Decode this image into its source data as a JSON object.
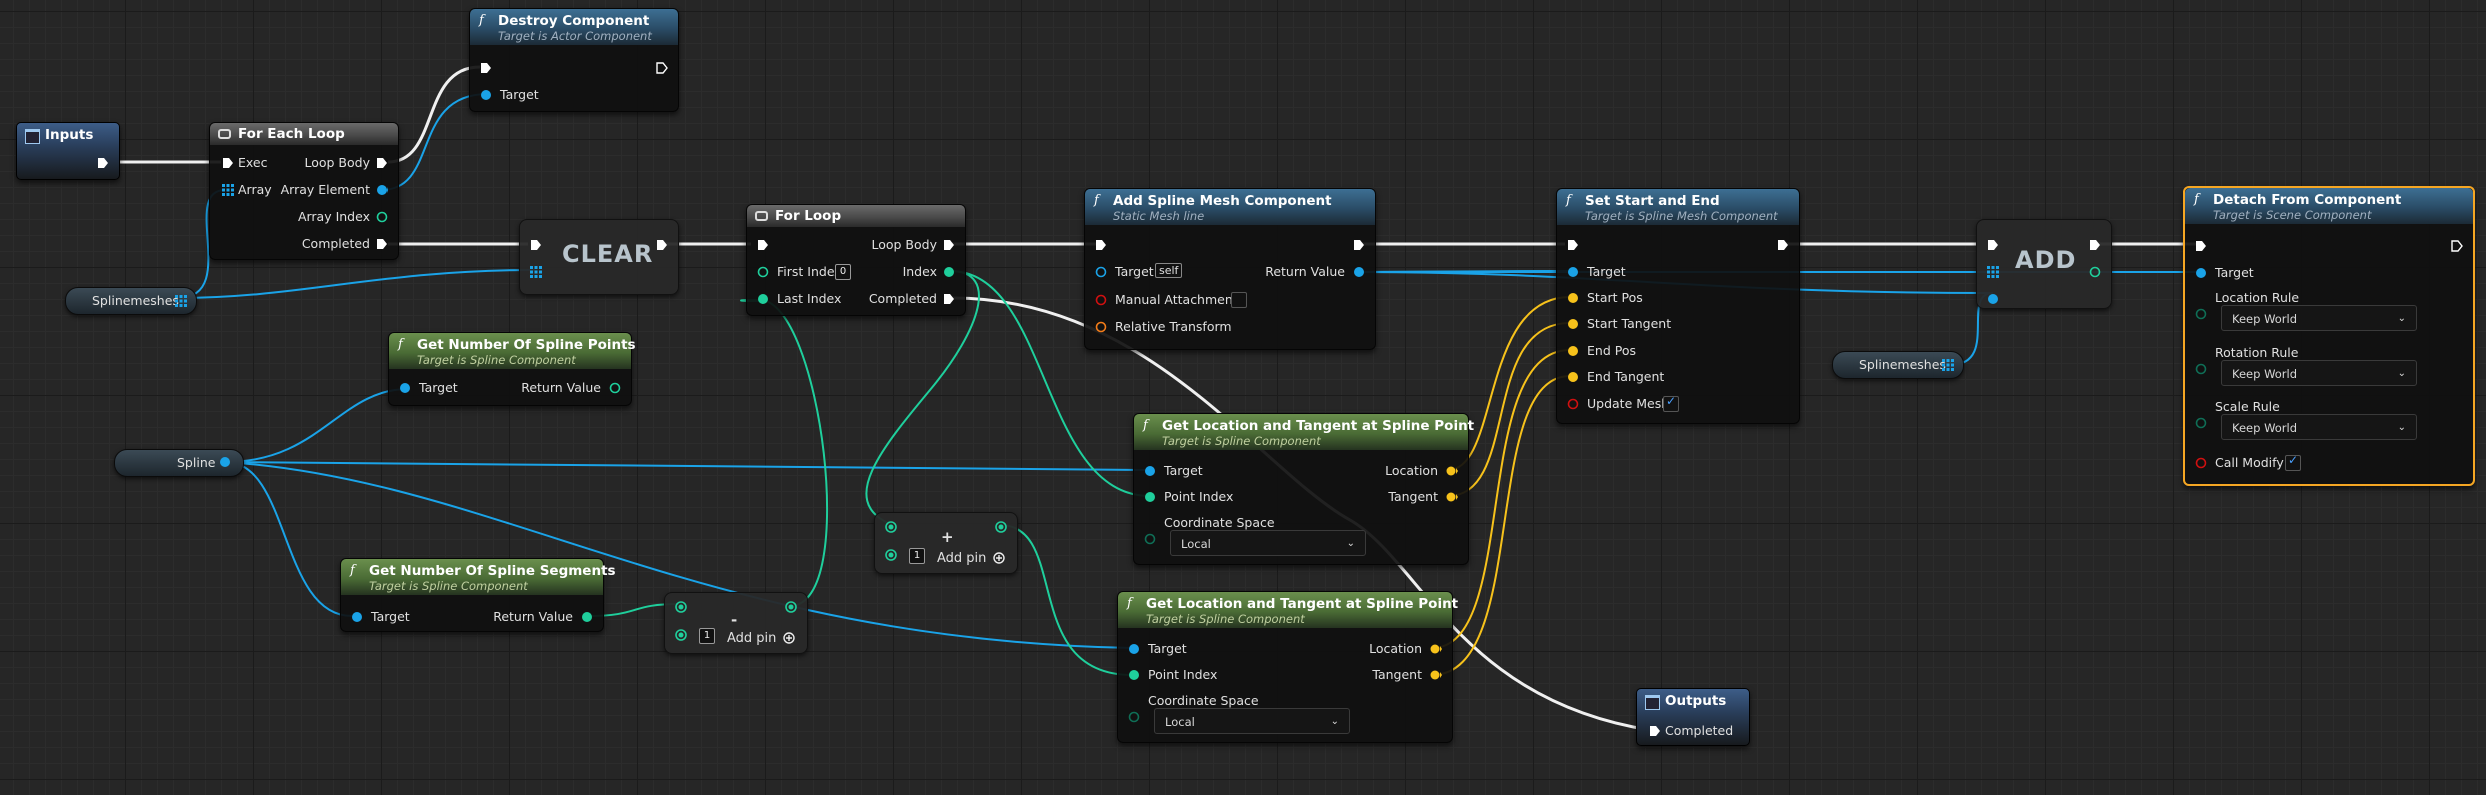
{
  "graph": {
    "inputs": {
      "title": "Inputs"
    },
    "outputs": {
      "title": "Outputs",
      "completed": "Completed"
    },
    "for_each": {
      "title": "For Each Loop",
      "exec": "Exec",
      "array": "Array",
      "loop_body": "Loop Body",
      "array_element": "Array Element",
      "array_index": "Array Index",
      "completed": "Completed"
    },
    "destroy": {
      "fn": "f",
      "title": "Destroy Component",
      "subtitle": "Target is Actor Component",
      "target": "Target"
    },
    "clear": {
      "label": "CLEAR"
    },
    "add": {
      "label": "ADD"
    },
    "splinemeshes_var": {
      "label": "Splinemeshes"
    },
    "splinemeshes_var2": {
      "label": "Splinemeshes"
    },
    "spline_var": {
      "label": "Spline"
    },
    "num_points": {
      "fn": "f",
      "title": "Get Number Of Spline Points",
      "subtitle": "Target is Spline Component",
      "target": "Target",
      "return_value": "Return Value"
    },
    "num_segments": {
      "fn": "f",
      "title": "Get Number Of Spline Segments",
      "subtitle": "Target is Spline Component",
      "target": "Target",
      "return_value": "Return Value"
    },
    "for_loop": {
      "title": "For Loop",
      "first_index": "First Index",
      "first_index_value": "0",
      "last_index": "Last Index",
      "loop_body": "Loop Body",
      "index": "Index",
      "completed": "Completed"
    },
    "add_int": {
      "symbol": "+",
      "value": "1",
      "add_pin": "Add pin"
    },
    "sub_int": {
      "symbol": "-",
      "value": "1",
      "add_pin": "Add pin"
    },
    "add_spline_mesh": {
      "fn": "f",
      "title": "Add Spline Mesh Component",
      "subtitle": "Static Mesh line",
      "target": "Target",
      "target_value": "self",
      "manual_attachment": "Manual Attachment",
      "relative_transform": "Relative Transform",
      "return_value": "Return Value"
    },
    "get_loc_tan_1": {
      "fn": "f",
      "title": "Get Location and Tangent at Spline Point",
      "subtitle": "Target is Spline Component",
      "target": "Target",
      "point_index": "Point Index",
      "coordinate_space": "Coordinate Space",
      "coordinate_space_value": "Local",
      "location": "Location",
      "tangent": "Tangent"
    },
    "get_loc_tan_2": {
      "fn": "f",
      "title": "Get Location and Tangent at Spline Point",
      "subtitle": "Target is Spline Component",
      "target": "Target",
      "point_index": "Point Index",
      "coordinate_space": "Coordinate Space",
      "coordinate_space_value": "Local",
      "location": "Location",
      "tangent": "Tangent"
    },
    "set_start_end": {
      "fn": "f",
      "title": "Set Start and End",
      "subtitle": "Target is Spline Mesh Component",
      "target": "Target",
      "start_pos": "Start Pos",
      "start_tangent": "Start Tangent",
      "end_pos": "End Pos",
      "end_tangent": "End Tangent",
      "update_mesh": "Update Mesh"
    },
    "detach": {
      "fn": "f",
      "title": "Detach From Component",
      "subtitle": "Target is Scene Component",
      "target": "Target",
      "location_rule": "Location Rule",
      "location_rule_value": "Keep World",
      "rotation_rule": "Rotation Rule",
      "rotation_rule_value": "Keep World",
      "scale_rule": "Scale Rule",
      "scale_rule_value": "Keep World",
      "call_modify": "Call Modify"
    }
  },
  "colors": {
    "exec": "#ffffff",
    "object": "#1aa3e8",
    "integer": "#1fcf9c",
    "vector": "#f7c21b",
    "bool": "#d01010",
    "transform": "#f37c19",
    "selection": "#f5a623"
  }
}
